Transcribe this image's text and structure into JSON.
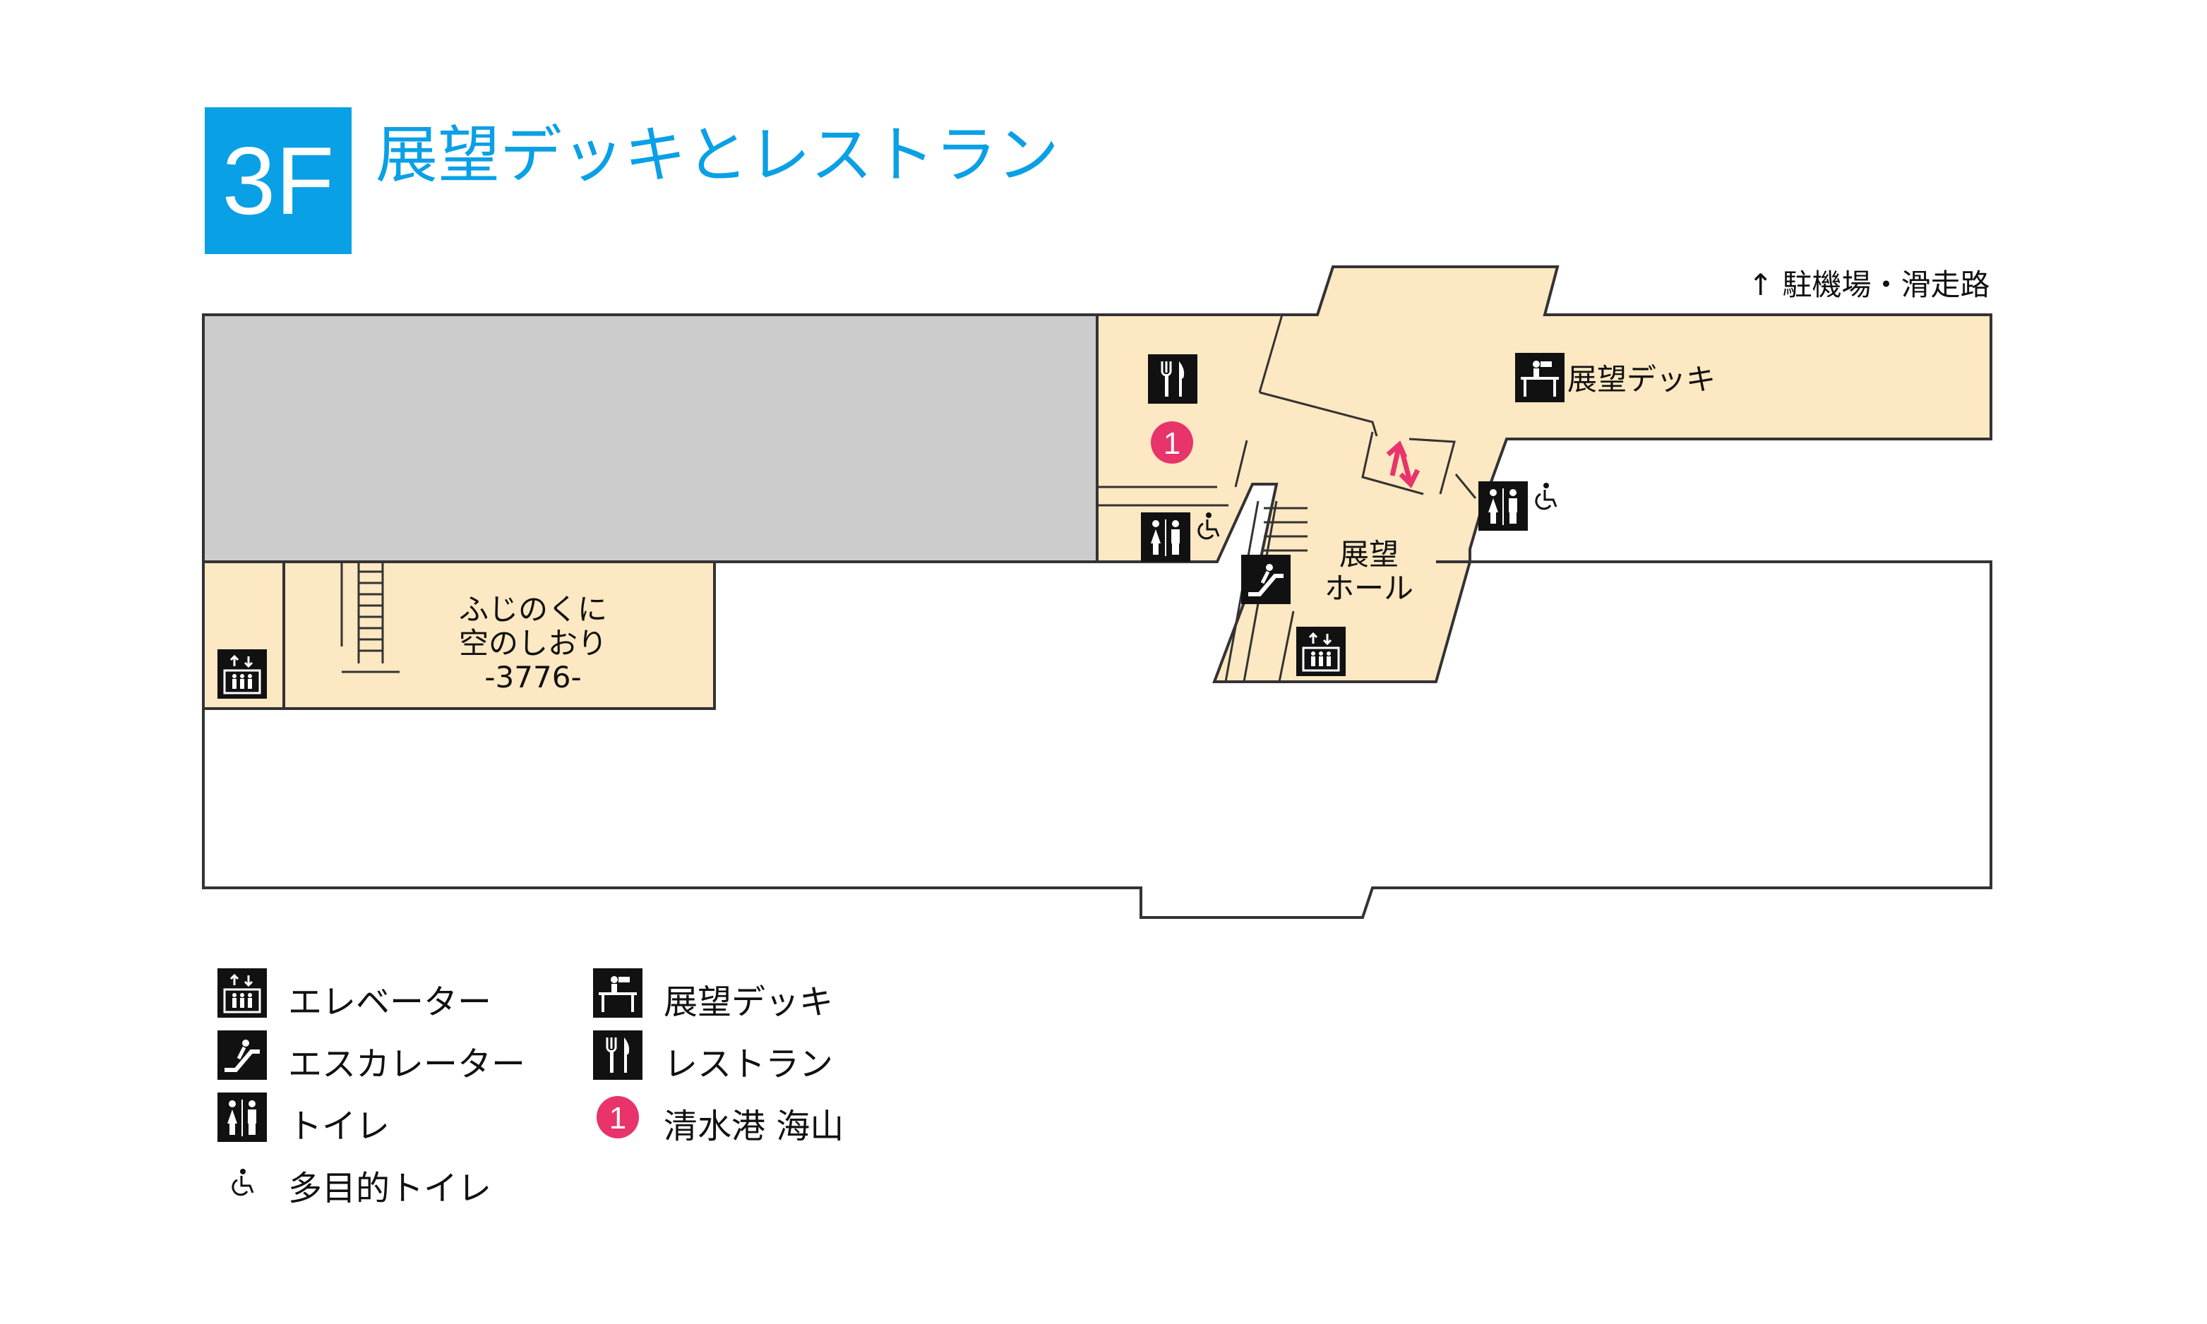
{
  "header": {
    "floor": "3F",
    "title": "展望デッキとレストラン",
    "direction_note": "↑ 駐機場・滑走路",
    "badge_color": "#0aa0e6"
  },
  "map": {
    "colors": {
      "room": "#fce8c2",
      "closed": "#cccccc",
      "outline": "#333333",
      "accent": "#e8336b"
    },
    "labels": {
      "deck": "展望デッキ",
      "hall": "展望\nホール",
      "gallery": "ふじのくに\n空のしおり\n-3776-",
      "shop_number": "1"
    }
  },
  "legend": [
    {
      "icon": "elevator-icon",
      "label": "エレベーター"
    },
    {
      "icon": "escalator-icon",
      "label": "エスカレーター"
    },
    {
      "icon": "toilet-icon",
      "label": "トイレ"
    },
    {
      "icon": "accessible-toilet-icon",
      "label": "多目的トイレ"
    },
    {
      "icon": "observation-deck-icon",
      "label": "展望デッキ"
    },
    {
      "icon": "restaurant-icon",
      "label": "レストラン"
    },
    {
      "icon": "shop-marker-icon",
      "label": "清水港 海山",
      "marker": "1"
    }
  ]
}
